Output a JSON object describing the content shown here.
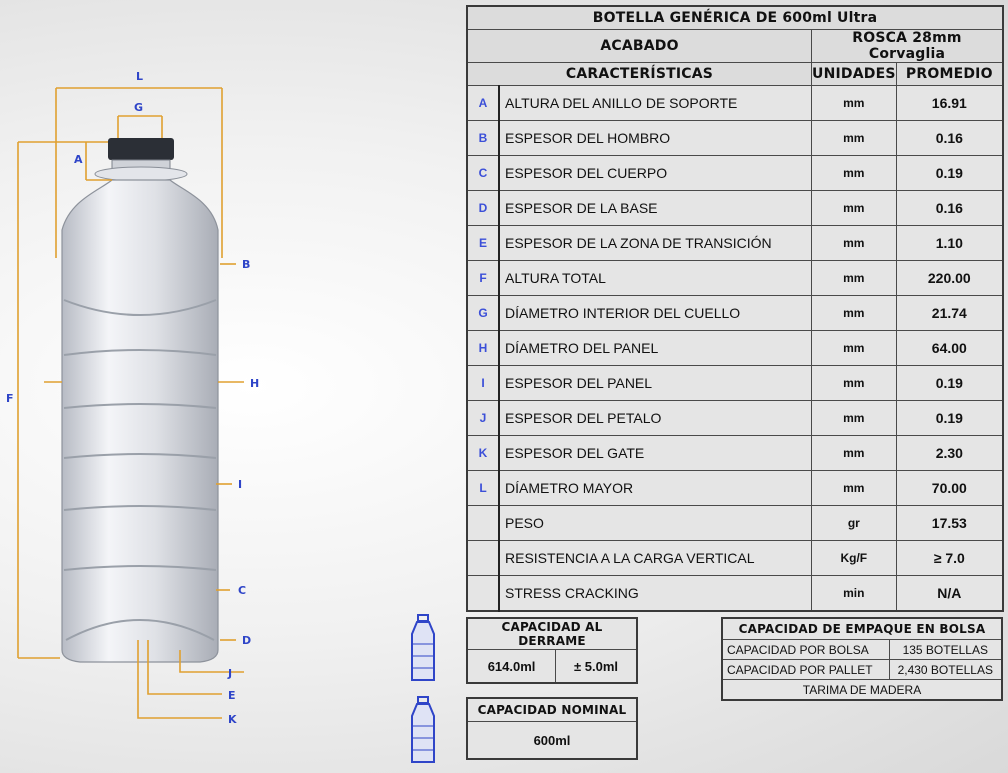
{
  "spec_table": {
    "title": "BOTELLA GENÉRICA DE 600ml Ultra",
    "acabado_label": "ACABADO",
    "acabado_value": "ROSCA 28mm Corvaglia",
    "col_caracteristicas": "CARACTERÍSTICAS",
    "col_unidades": "UNIDADES",
    "col_promedio": "PROMEDIO",
    "rows": [
      {
        "letter": "A",
        "name": "ALTURA DEL ANILLO DE SOPORTE",
        "unit": "mm",
        "value": "16.91"
      },
      {
        "letter": "B",
        "name": "ESPESOR DEL HOMBRO",
        "unit": "mm",
        "value": "0.16"
      },
      {
        "letter": "C",
        "name": "ESPESOR DEL CUERPO",
        "unit": "mm",
        "value": "0.19"
      },
      {
        "letter": "D",
        "name": "ESPESOR DE LA BASE",
        "unit": "mm",
        "value": "0.16"
      },
      {
        "letter": "E",
        "name": "ESPESOR DE LA ZONA DE TRANSICIÓN",
        "unit": "mm",
        "value": "1.10"
      },
      {
        "letter": "F",
        "name": "ALTURA TOTAL",
        "unit": "mm",
        "value": "220.00"
      },
      {
        "letter": "G",
        "name": "DÍAMETRO INTERIOR DEL CUELLO",
        "unit": "mm",
        "value": "21.74"
      },
      {
        "letter": "H",
        "name": "DÍAMETRO DEL PANEL",
        "unit": "mm",
        "value": "64.00"
      },
      {
        "letter": "I",
        "name": "ESPESOR DEL PANEL",
        "unit": "mm",
        "value": "0.19"
      },
      {
        "letter": "J",
        "name": "ESPESOR DEL PETALO",
        "unit": "mm",
        "value": "0.19"
      },
      {
        "letter": "K",
        "name": "ESPESOR DEL GATE",
        "unit": "mm",
        "value": "2.30"
      },
      {
        "letter": "L",
        "name": "DÍAMETRO MAYOR",
        "unit": "mm",
        "value": "70.00"
      },
      {
        "letter": "",
        "name": "PESO",
        "unit": "gr",
        "value": "17.53"
      },
      {
        "letter": "",
        "name": "RESISTENCIA A LA CARGA VERTICAL",
        "unit": "Kg/F",
        "value": "≥ 7.0"
      },
      {
        "letter": "",
        "name": "STRESS CRACKING",
        "unit": "min",
        "value": "N/A"
      }
    ]
  },
  "derrame": {
    "title": "CAPACIDAD AL DERRAME",
    "value": "614.0ml",
    "tolerance": "± 5.0ml"
  },
  "nominal": {
    "title": "CAPACIDAD NOMINAL",
    "value": "600ml"
  },
  "empaque": {
    "title": "CAPACIDAD DE EMPAQUE EN BOLSA",
    "rows": [
      {
        "label": "CAPACIDAD POR BOLSA",
        "value": "135 BOTELLAS"
      },
      {
        "label": "CAPACIDAD POR PALLET",
        "value": "2,430 BOTELLAS"
      }
    ],
    "footer": "TARIMA DE MADERA"
  },
  "diagram": {
    "labels": {
      "L": "L",
      "G": "G",
      "A": "A",
      "B": "B",
      "F": "F",
      "H": "H",
      "I": "I",
      "C": "C",
      "D": "D",
      "J": "J",
      "E": "E",
      "K": "K"
    },
    "colors": {
      "dimension_line": "#e0a030",
      "label": "#2f45c8",
      "bottle": "#c9ccd3"
    }
  }
}
